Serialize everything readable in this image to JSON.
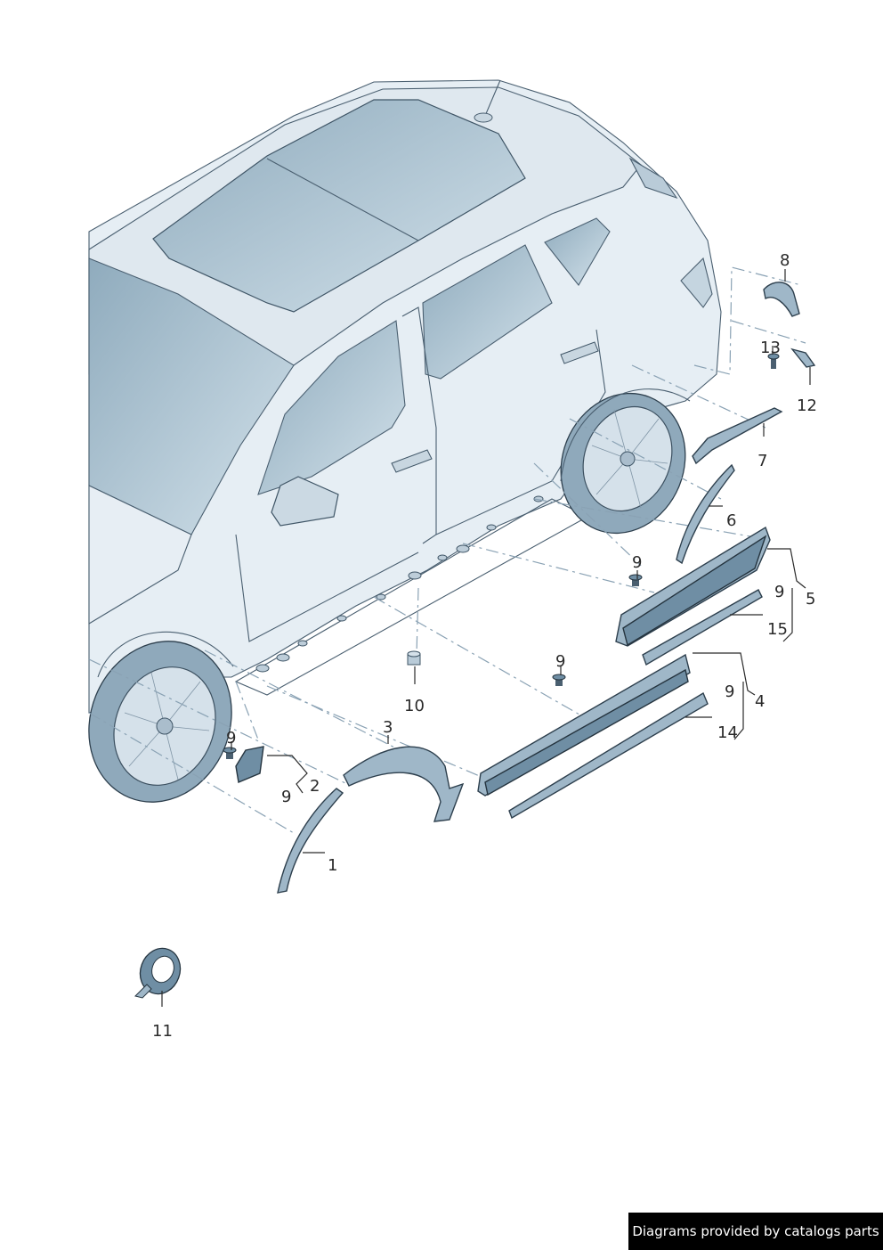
{
  "callouts": {
    "c1": "1",
    "c2": "2",
    "c3": "3",
    "c4": "4",
    "c5": "5",
    "c6": "6",
    "c7": "7",
    "c8": "8",
    "c9a": "9",
    "c9b": "9",
    "c9c": "9",
    "c9d": "9",
    "c9e": "9",
    "c9f": "9",
    "c10": "10",
    "c11": "11",
    "c12": "12",
    "c13": "13",
    "c14": "14",
    "c15": "15"
  },
  "footer": {
    "text": "Diagrams provided by catalogs parts"
  },
  "colors": {
    "part_fill": "#9fb7c8",
    "glass": "#b7cddb",
    "footer_bg": "#000000"
  }
}
